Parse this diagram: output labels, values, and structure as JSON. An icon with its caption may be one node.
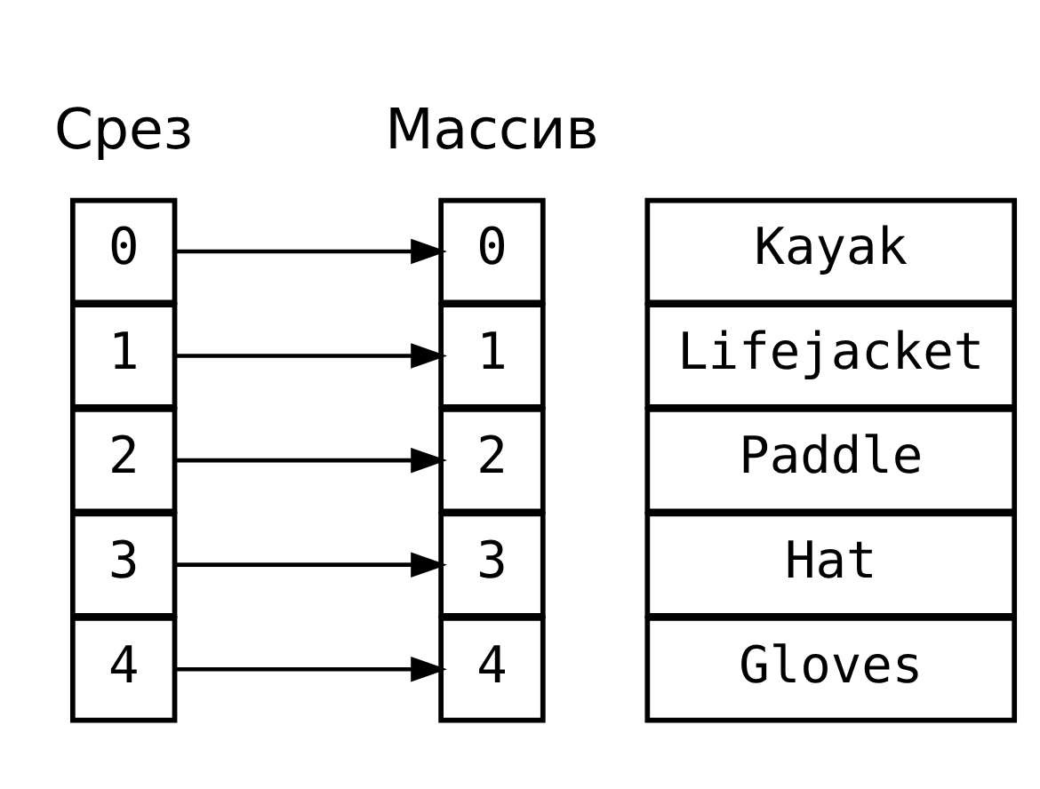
{
  "diagram": {
    "nodes": [
      {
        "text": [
          "0"
        ]
      },
      {
        "text": [
          "1"
        ]
      },
      {
        "text": [
          "2"
        ]
      },
      {
        "text": [
          "3"
        ]
      },
      {
        "text": [
          "4"
        ]
      },
      {
        "text": [
          "0"
        ]
      },
      {
        "text": [
          "Kayak"
        ]
      },
      {
        "text": [
          "1"
        ]
      },
      {
        "text": [
          "Lifejacket"
        ]
      },
      {
        "text": [
          "2"
        ]
      },
      {
        "text": [
          "Paddle"
        ]
      },
      {
        "text": [
          "3"
        ]
      },
      {
        "text": [
          "Hat"
        ]
      },
      {
        "text": [
          "4"
        ]
      },
      {
        "text": [
          "Gloves"
        ]
      }
    ],
    "edges": [
      {
        "from": 0,
        "to": 5,
        "arrow": "to"
      },
      {
        "from": 1,
        "to": 7,
        "arrow": "to"
      },
      {
        "from": 2,
        "to": 9,
        "arrow": "to"
      },
      {
        "from": 3,
        "to": 11,
        "arrow": "to"
      },
      {
        "from": 4,
        "to": 13,
        "arrow": "to"
      }
    ],
    "labels": [
      "Срез",
      "Массив"
    ]
  }
}
